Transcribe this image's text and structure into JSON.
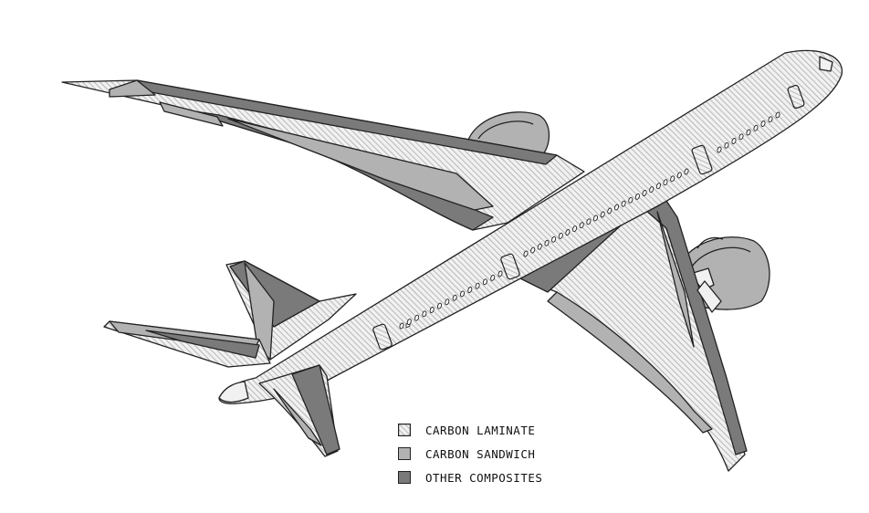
{
  "diagram": {
    "subject": "aircraft-composite-materials",
    "colors": {
      "laminate_base": "#f1f1f1",
      "laminate_hatch": "#a9a9a9",
      "sandwich": "#b2b2b2",
      "other": "#7a7a7a",
      "outline": "#222222"
    }
  },
  "legend": {
    "items": [
      {
        "label": "CARBON LAMINATE",
        "pattern": "hatched"
      },
      {
        "label": "CARBON SANDWICH",
        "pattern": "light-gray"
      },
      {
        "label": "OTHER COMPOSITES",
        "pattern": "dark-gray"
      }
    ]
  }
}
